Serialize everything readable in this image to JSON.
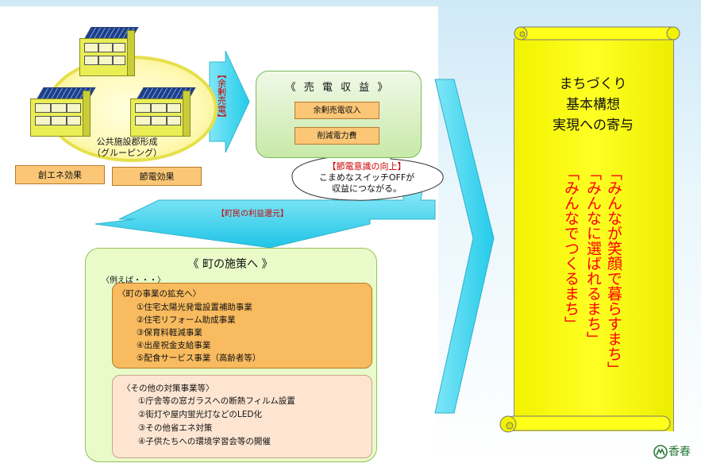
{
  "cluster": {
    "label_line1": "公共施設郡形成",
    "label_line2": "（グルーピング）"
  },
  "effects": {
    "left": "創エネ効果",
    "right": "節電効果"
  },
  "surplus_arrow_label": "【余剰売電】",
  "sales": {
    "title": "《 売 電 収 益 》",
    "items": [
      "余剰売電収入",
      "削減電力費"
    ]
  },
  "callout": {
    "line1": "【節電意識の向上】",
    "line2": "こまめなスイッチOFFが",
    "line3": "収益につながる。"
  },
  "benefit_arrow_label": "【町民の利益還元】",
  "policy": {
    "title": "《 町の施策へ 》",
    "example": "〈例えば・・・〉",
    "expansion": {
      "heading": "〈町の事業の拡充へ〉",
      "items": [
        "①住宅太陽光発電設置補助事業",
        "②住宅リフォーム助成事業",
        "③保育料軽減事業",
        "④出産祝金支給事業",
        "⑤配食サービス事業（高齢者等）"
      ]
    },
    "other": {
      "heading": "〈その他の対策事業等〉",
      "items": [
        "①庁舎等の窓ガラスへの断熱フィルム設置",
        "②街灯や屋内蛍光灯などのLED化",
        "③その他省エネ対策",
        "④子供たちへの環境学習会等の開催"
      ]
    }
  },
  "scroll": {
    "heading_line1": "まちづくり",
    "heading_line2": "基本構想",
    "heading_line3": "実現への寄与",
    "slogans": [
      "「みんなが笑顔で暮らすまち」",
      "「みんなに選ばれるまち」",
      "「みんなでつくるまち」"
    ]
  },
  "logo": {
    "text": "香春"
  },
  "colors": {
    "accent_red": "#cc0000",
    "arrow_cyan": "#33d6f0",
    "scroll_yellow": "#ffff1a",
    "policy_green": "#e9fbc9",
    "orange_box": "#f9bb5f"
  }
}
